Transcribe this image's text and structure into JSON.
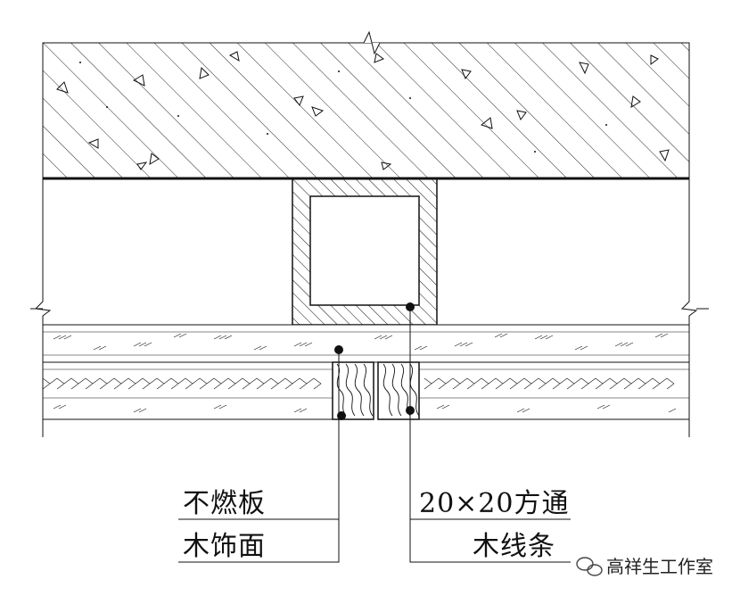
{
  "labels": {
    "left_top": "不燃板",
    "left_bottom": "木饰面",
    "right_top": "20×20方通",
    "right_bottom": "木线条"
  },
  "watermark": {
    "text": "高祥生工作室",
    "icon": "wechat-icon"
  },
  "colors": {
    "line": "#111111",
    "background": "#ffffff"
  }
}
